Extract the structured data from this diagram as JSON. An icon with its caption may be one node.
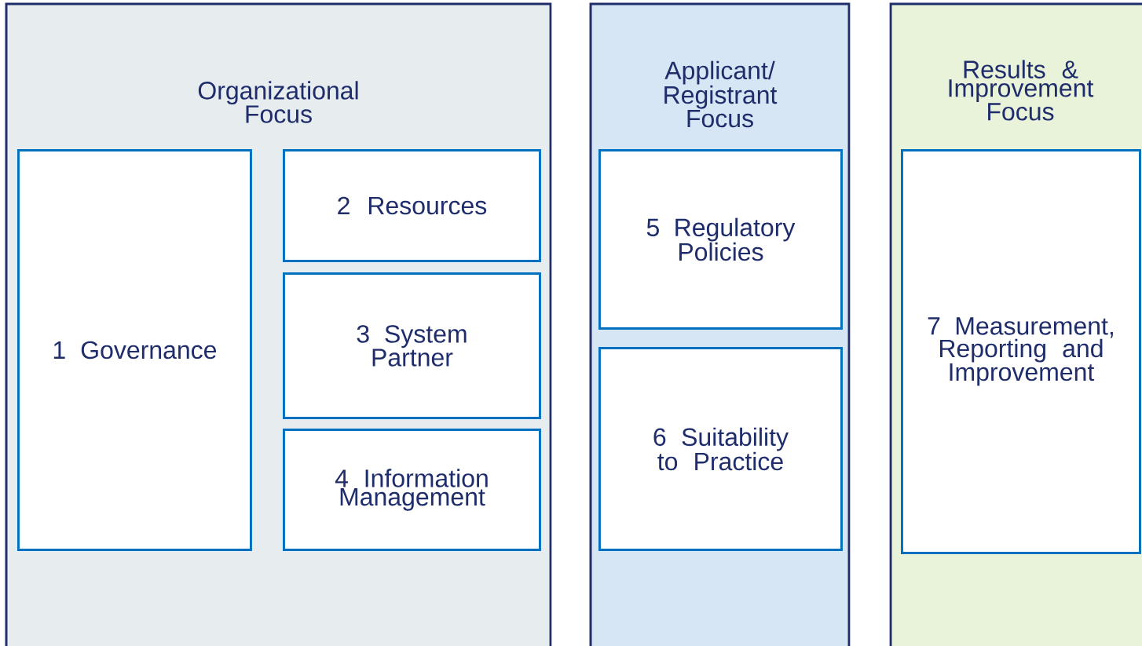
{
  "diagram": {
    "nodes": [
      {
        "text": [
          "Organizational Focus"
        ]
      },
      {
        "text": [
          "1 Governance"
        ],
        "in": 0
      },
      {
        "text": [
          "2 Resources"
        ],
        "in": 0
      },
      {
        "text": [
          "3 System Partner"
        ],
        "in": 0
      },
      {
        "text": [
          "4 Information Management"
        ],
        "in": 0
      },
      {
        "text": [
          "Applicant/ Registrant Focus"
        ]
      },
      {
        "text": [
          "5 Regulatory Policies"
        ],
        "in": 5
      },
      {
        "text": [
          "6 Suitability to Practice"
        ],
        "in": 5
      },
      {
        "text": [
          "Results & Improvement Focus"
        ]
      },
      {
        "text": [
          "7 Measurement, Reporting and Improvement"
        ],
        "in": 8
      }
    ]
  }
}
